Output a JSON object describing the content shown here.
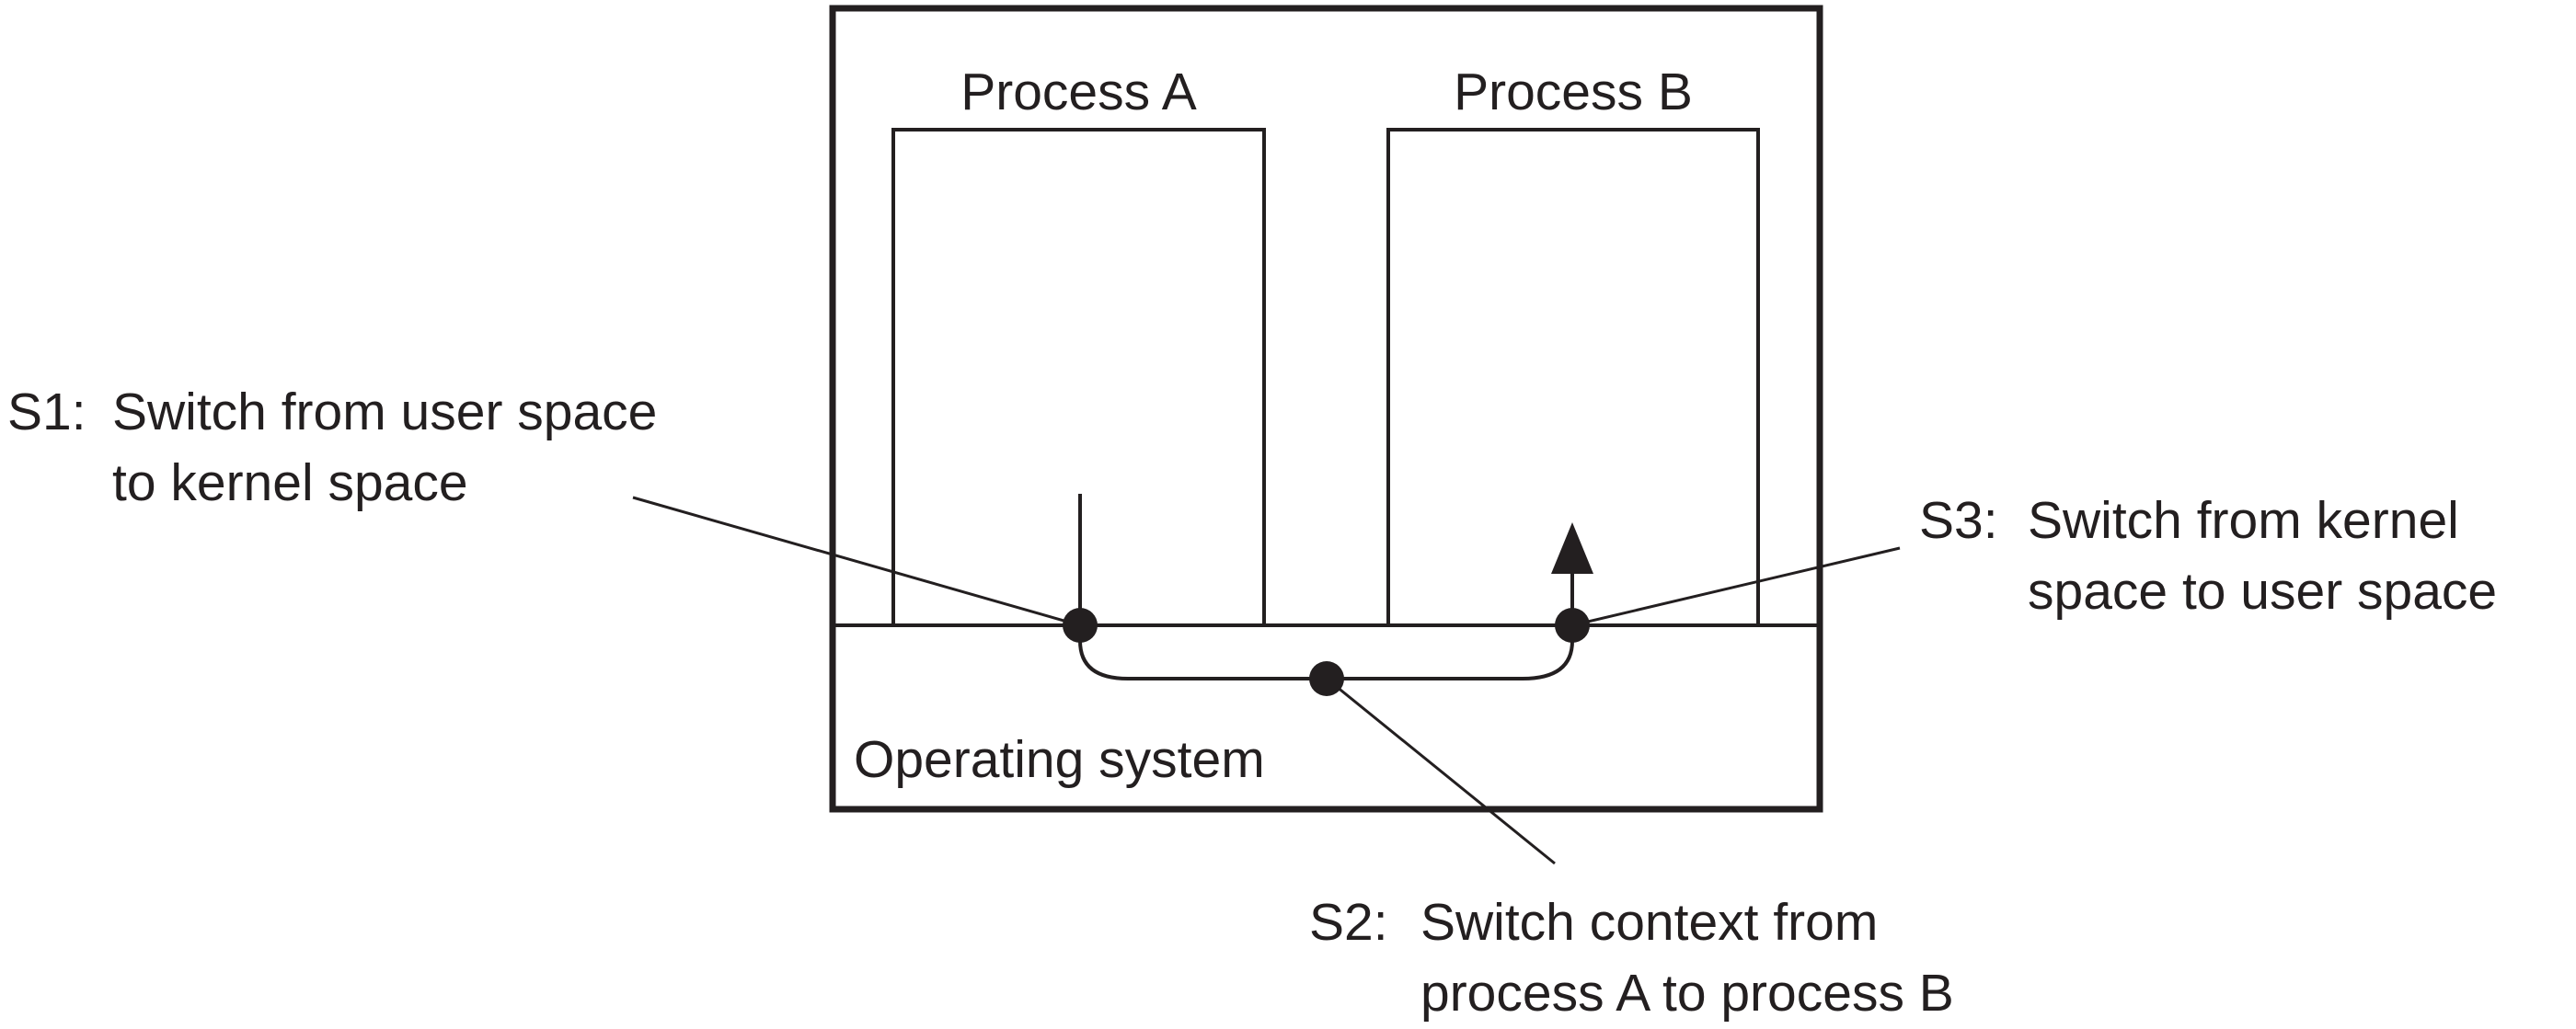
{
  "colors": {
    "ink": "#231f20",
    "background": "#ffffff"
  },
  "processes": [
    {
      "label": "Process A"
    },
    {
      "label": "Process B"
    }
  ],
  "os_label": "Operating system",
  "steps": [
    {
      "id": "s1",
      "prefix": "S1:",
      "line1": "Switch from user space",
      "line2": "to kernel space"
    },
    {
      "id": "s2",
      "prefix": "S2:",
      "line1": "Switch context from",
      "line2": "process A to process B"
    },
    {
      "id": "s3",
      "prefix": "S3:",
      "line1": "Switch from kernel",
      "line2": "space to user space"
    }
  ]
}
